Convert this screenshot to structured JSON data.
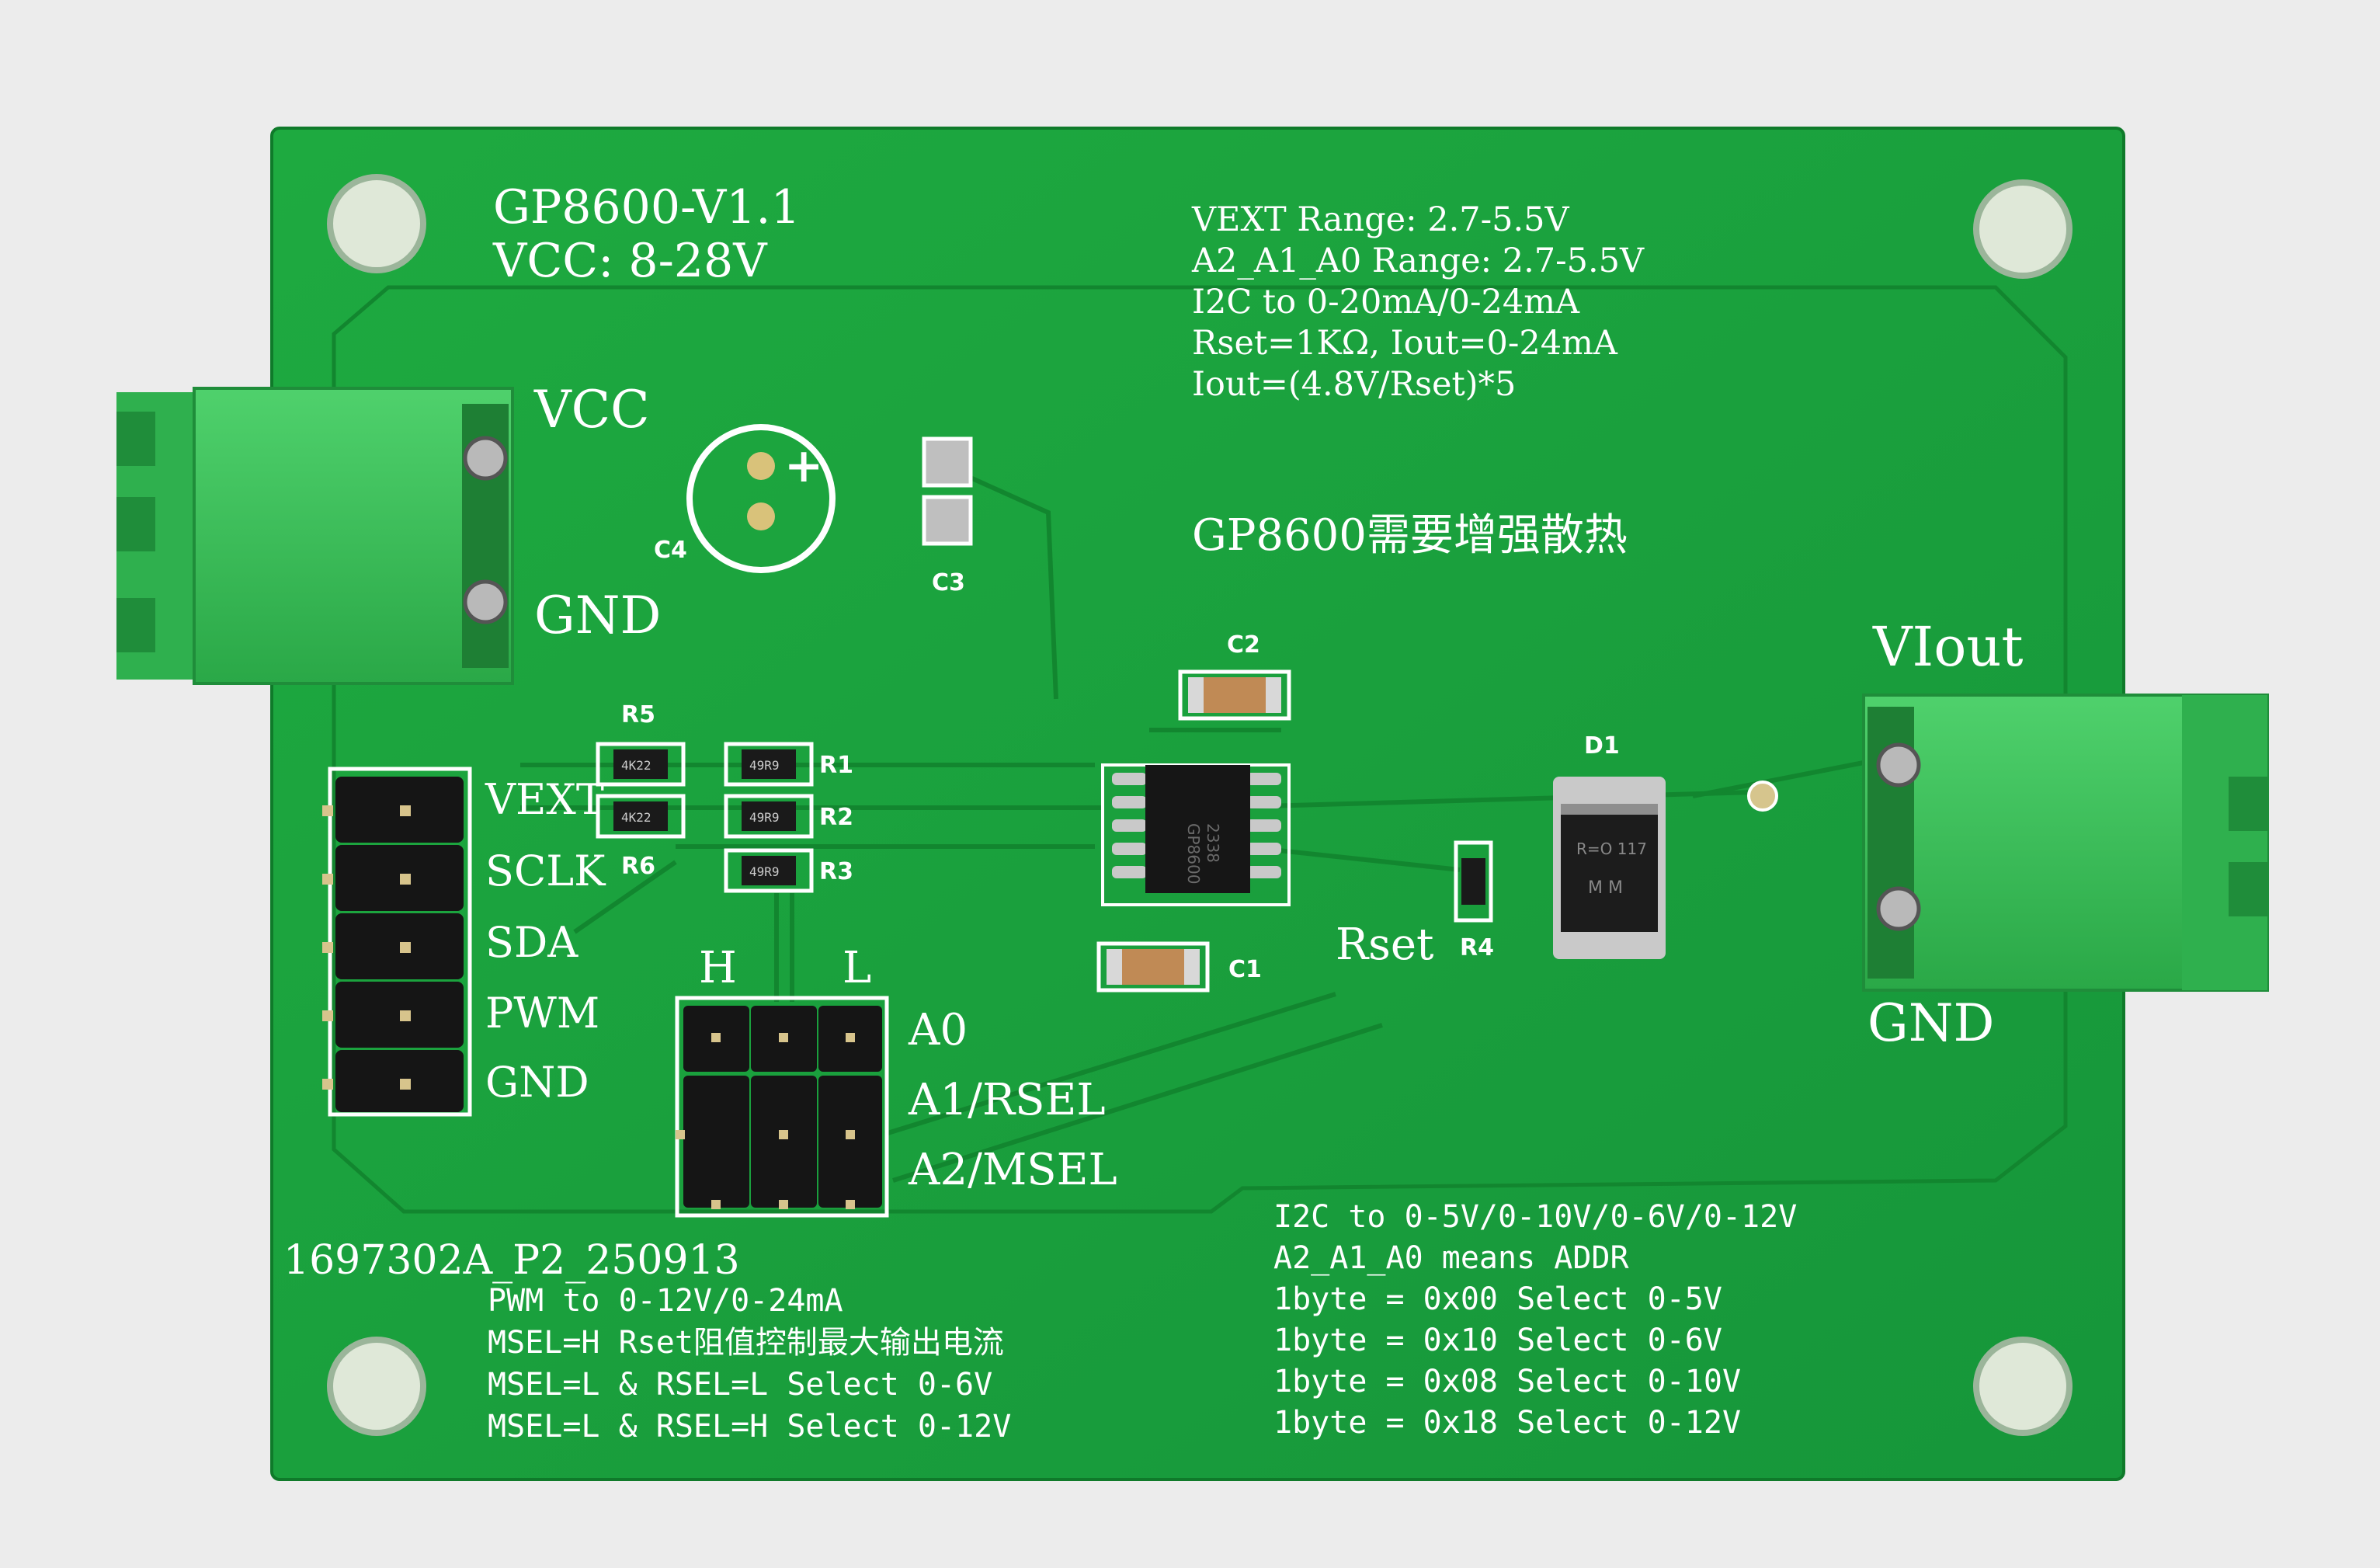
{
  "board": {
    "title": "GP8600-V1.1",
    "vcc": "VCC: 8-28V",
    "spec_lines": [
      "VEXT Range: 2.7-5.5V",
      "A2_A1_A0 Range: 2.7-5.5V",
      "I2C to 0-20mA/0-24mA",
      "Rset=1KΩ, Iout=0-24mA",
      "Iout=(4.8V/Rset)*5"
    ],
    "heat_note": "GP8600需要增强散热",
    "serial": "1697302A_P2_250913",
    "bottom_left_lines": [
      "PWM to 0-12V/0-24mA",
      "MSEL=H Rset阻值控制最大输出电流",
      "MSEL=L & RSEL=L Select  0-6V",
      "MSEL=L & RSEL=H Select  0-12V"
    ],
    "bottom_right_lines": [
      "I2C to 0-5V/0-10V/0-6V/0-12V",
      "A2_A1_A0 means ADDR",
      "1byte = 0x00  Select  0-5V",
      "1byte = 0x10  Select  0-6V",
      "1byte = 0x08  Select  0-10V",
      "1byte = 0x18  Select  0-12V"
    ]
  },
  "power_terminal": {
    "top": "VCC",
    "bottom": "GND"
  },
  "output_terminal": {
    "top": "VIout",
    "bottom": "GND"
  },
  "header_pins": [
    "VEXT",
    "SCLK",
    "SDA",
    "PWM",
    "GND"
  ],
  "jumper": {
    "col_h": "H",
    "col_l": "L",
    "rows": [
      "A0",
      "A1/RSEL",
      "A2/MSEL"
    ]
  },
  "designators": {
    "c1": "C1",
    "c2": "C2",
    "c3": "C3",
    "c4": "C4",
    "r1": "R1",
    "r2": "R2",
    "r3": "R3",
    "r4": "R4",
    "r5": "R5",
    "r6": "R6",
    "d1": "D1",
    "rset": "Rset"
  },
  "part_markings": {
    "r1": "49R9",
    "r2": "49R9",
    "r3": "49R9",
    "r5": "4K22",
    "r6": "4K22",
    "ic_line1": "GP8600",
    "ic_line2": "2338",
    "d1": "R=O 117",
    "d1b": "M M"
  },
  "colors": {
    "pcb": "#1aa33c",
    "pcb_dark": "#138a30",
    "silkscreen": "#ffffff",
    "terminal": "#3cc35a",
    "header": "#151515"
  }
}
